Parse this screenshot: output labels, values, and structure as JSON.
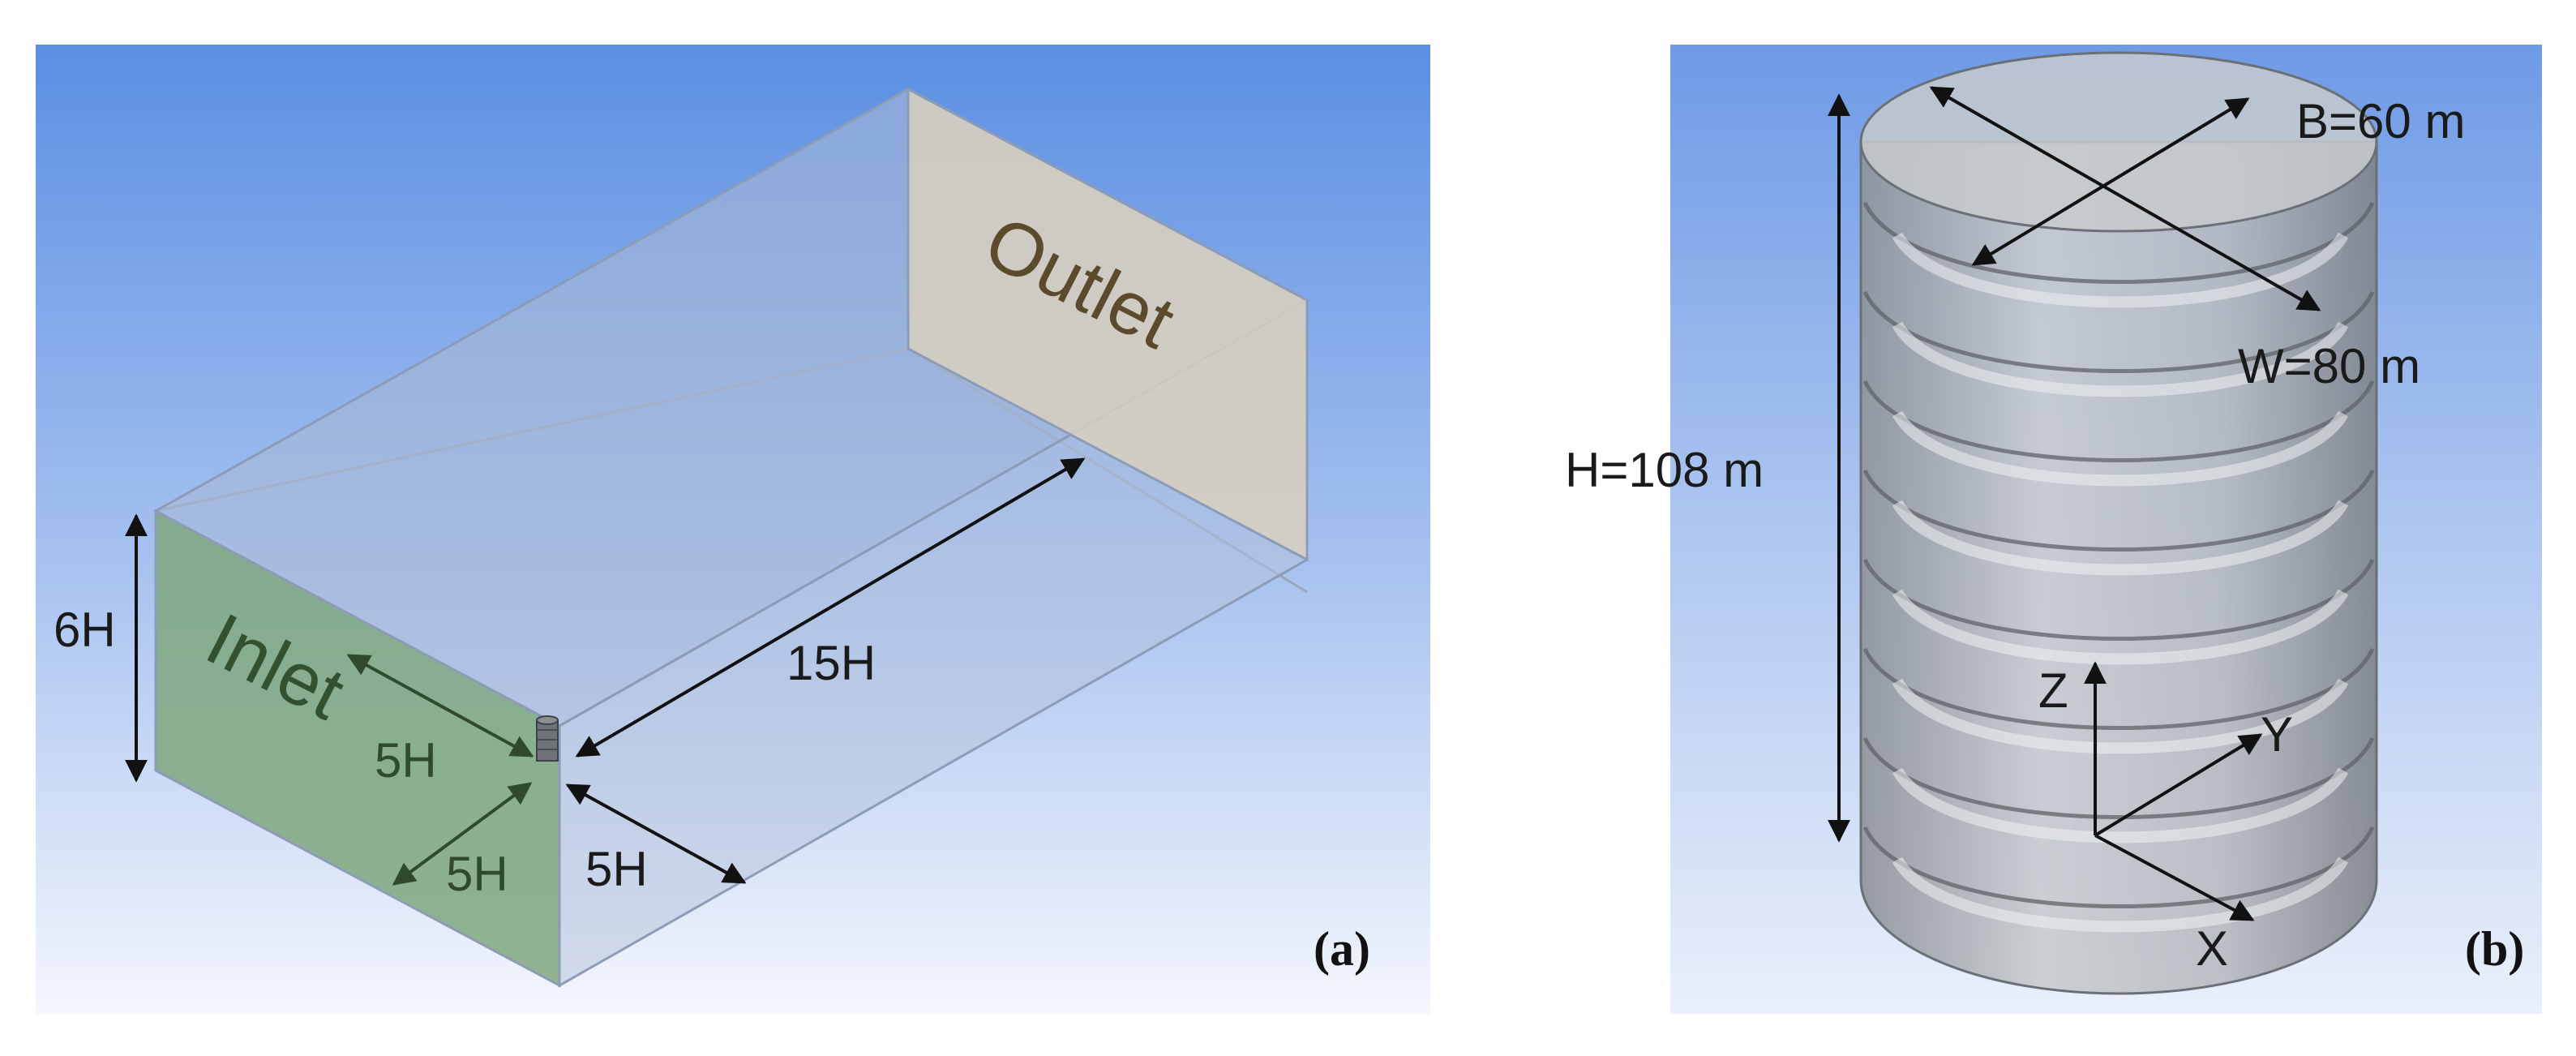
{
  "panel_a": {
    "face_labels": {
      "inlet": "Inlet",
      "outlet": "Outlet"
    },
    "dimensions": {
      "height": "6H",
      "length": "15H",
      "front_upstream": "5H",
      "front_lateral": "5H",
      "lateral": "5H"
    },
    "tag": "(a)"
  },
  "panel_b": {
    "dimensions": {
      "height": "H=108 m",
      "breadth": "B=60 m",
      "width": "W=80 m"
    },
    "axes": {
      "x": "X",
      "y": "Y",
      "z": "Z"
    },
    "tag": "(b)"
  },
  "colors": {
    "sky_top": "#5b8fe3",
    "sky_bottom": "#f4f7fd",
    "inlet_face": "#7fa77e",
    "outlet_face": "#d8d0c0",
    "inlet_text": "#34512f",
    "outlet_text": "#5c4a2c",
    "arrow": "#111111",
    "arrow_green": "#2f4a2c",
    "building": "#a9adb2"
  }
}
